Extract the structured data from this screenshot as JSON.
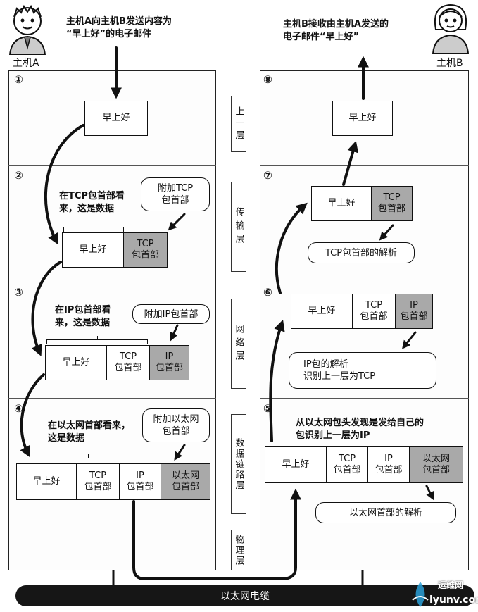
{
  "hosts": {
    "a": {
      "label": "主机A"
    },
    "b": {
      "label": "主机B"
    }
  },
  "captions": {
    "top_left": [
      "主机A向主机B发送内容为",
      "“早上好”的电子邮件"
    ],
    "top_right": [
      "主机B接收由主机A发送的",
      "电子邮件“早上好”"
    ]
  },
  "layers": [
    "上一层",
    "传输层",
    "网络层",
    "数据链路层",
    "物理层"
  ],
  "steps": [
    "①",
    "②",
    "③",
    "④",
    "⑤",
    "⑥",
    "⑦",
    "⑧"
  ],
  "cells": {
    "data": "早上好",
    "tcp": [
      "TCP",
      "包首部"
    ],
    "ip": [
      "IP",
      "包首部"
    ],
    "eth": [
      "以太网",
      "包首部"
    ]
  },
  "notes": {
    "tcp_view": [
      "在TCP包首部看",
      "来，这是数据"
    ],
    "ip_view": [
      "在IP包首部看",
      "来，这是数据"
    ],
    "eth_view": [
      "在以太网首部看来，",
      "这是数据"
    ],
    "eth_receive": [
      "从以太网包头发现是发给自己的",
      "包识别上一层为IP"
    ]
  },
  "bubbles": {
    "add_tcp": [
      "附加TCP",
      "包首部"
    ],
    "add_ip": "附加IP包首部",
    "add_eth": [
      "附加以太网",
      "包首部"
    ],
    "tcp_parse": "TCP包首部的解析",
    "ip_parse": [
      "IP包的解析",
      "识别上一层为TCP"
    ],
    "eth_parse": "以太网首部的解析"
  },
  "cable": {
    "label": "以太网电缆"
  },
  "watermark": {
    "line1": "运维网",
    "line2": "iyunv.com"
  }
}
